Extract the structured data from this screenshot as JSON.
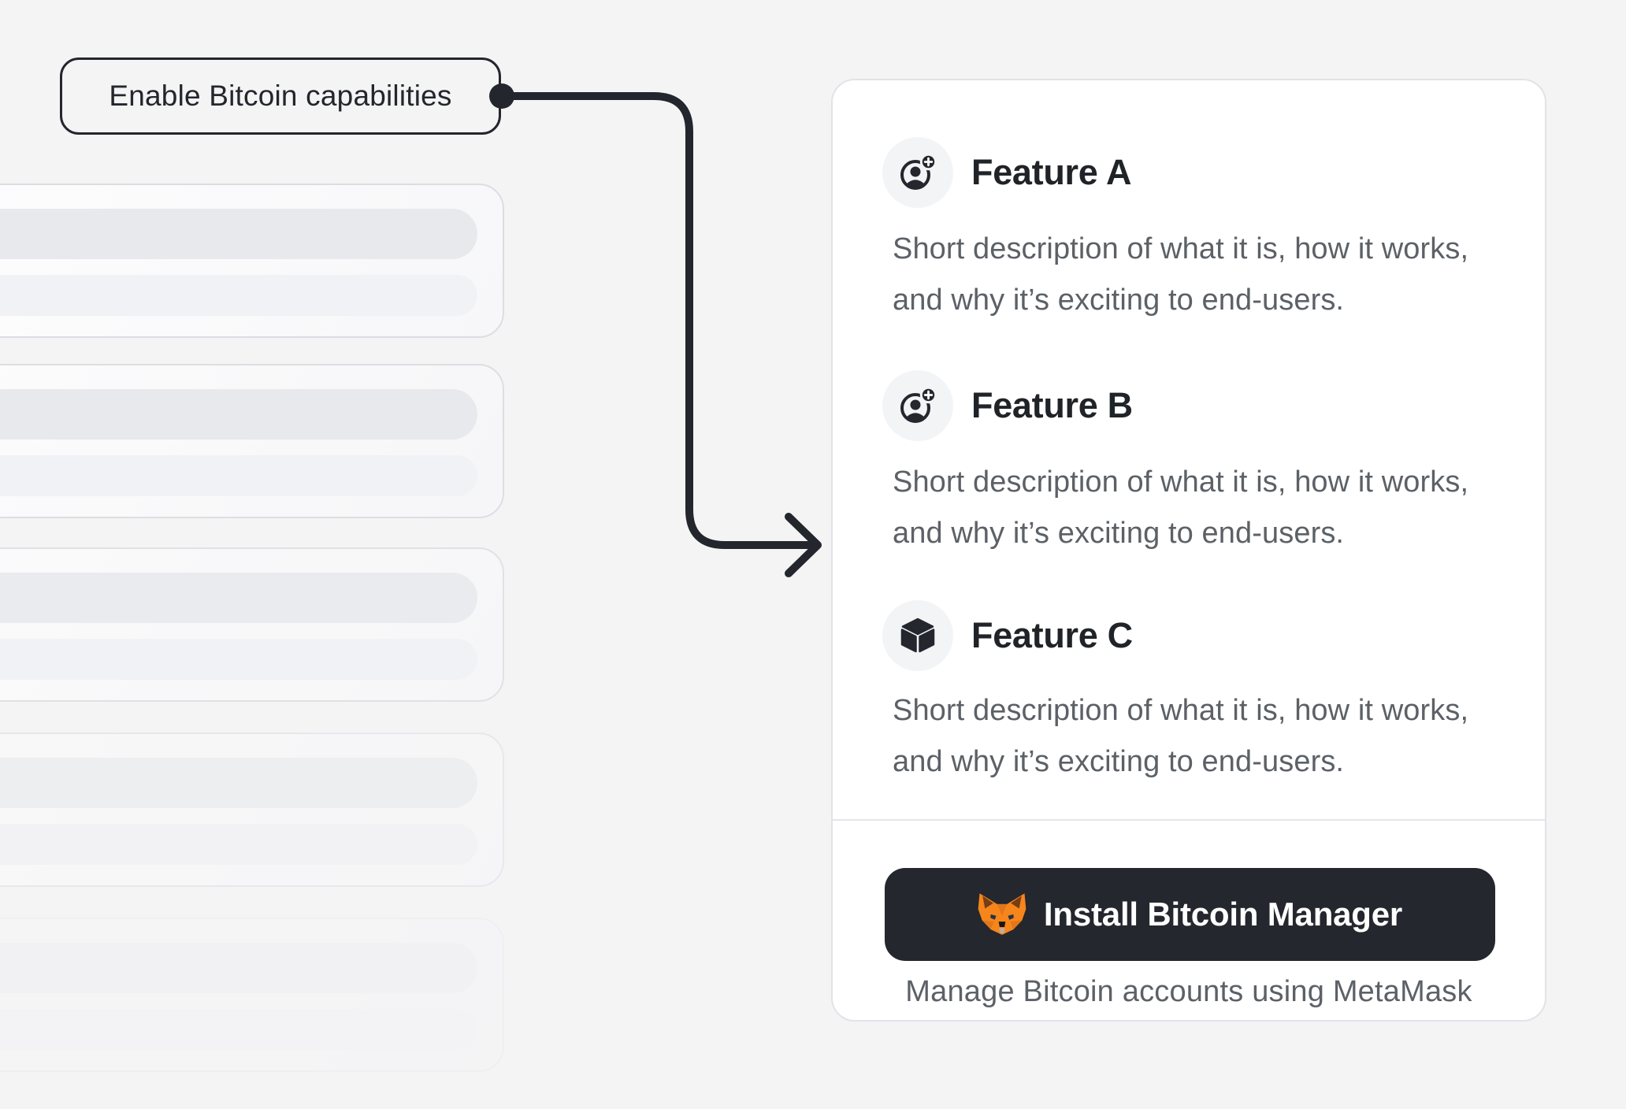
{
  "callout": {
    "label": "Enable Bitcoin capabilities"
  },
  "panel": {
    "features": [
      {
        "name": "Feature A",
        "icon": "user-add-icon",
        "description": "Short description of what it is, how it works, and why it’s exciting to end-users."
      },
      {
        "name": "Feature B",
        "icon": "user-add-icon",
        "description": "Short description of what it is, how it works, and why it’s exciting to end-users."
      },
      {
        "name": "Feature C",
        "icon": "cube-icon",
        "description": "Short description of what it is, how it works, and why it’s exciting to end-users."
      }
    ],
    "cta": {
      "button_label": "Install Bitcoin Manager",
      "button_icon": "metamask-fox-icon",
      "caption": "Manage Bitcoin accounts using MetaMask"
    }
  },
  "skeleton": {
    "card_count": 5
  },
  "colors": {
    "background": "#f4f4f5",
    "ink": "#23262c",
    "heading_text": "#202327",
    "muted_text": "#5c6167",
    "card_bg": "#ffffff",
    "card_border": "#e2e3e8",
    "divider": "#e4e5e9",
    "icon_circle_bg": "#f3f4f6",
    "skeleton_bar_dark": "#e8e9ed",
    "skeleton_bar_light": "#f1f2f5",
    "button_bg": "#24272d",
    "button_text": "#ffffff",
    "fox_orange": "#f6851b",
    "fox_dark_orange": "#e2761b",
    "fox_brown": "#763d16"
  }
}
